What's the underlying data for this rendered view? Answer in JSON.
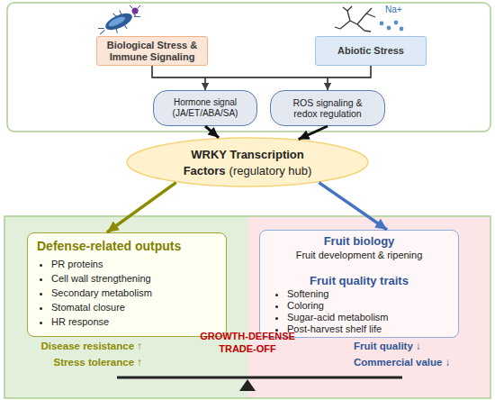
{
  "diagram": {
    "nodes": [
      {
        "text": [
          "Biological Stress & Immune Signaling"
        ]
      },
      {
        "text": [
          "Abiotic Stress"
        ]
      },
      {
        "text": [
          "Hormone signal (JA/ET/ABA/SA)"
        ]
      },
      {
        "text": [
          "ROS signaling & redox regulation"
        ]
      },
      {
        "text": [
          "WRKY Transcription Factors",
          "(regulatory hub)"
        ]
      },
      {
        "text": [
          "Defense-related outputs",
          "PR proteins",
          "Cell wall strengthening",
          "Secondary metabolism",
          "Stomatal closure",
          "HR response"
        ]
      },
      {
        "text": [
          "Fruit biology",
          "Fruit development & ripening",
          "Fruit quality traits",
          "Softening",
          "Coloring",
          "Sugar-acid metabolism",
          "Post-harvest shelf life"
        ]
      }
    ],
    "edges": [
      {
        "from": 0,
        "to": 2,
        "arrow": "to"
      },
      {
        "from": 0,
        "to": 3,
        "arrow": "to"
      },
      {
        "from": 1,
        "to": 2,
        "arrow": "to"
      },
      {
        "from": 1,
        "to": 3,
        "arrow": "to"
      },
      {
        "from": 2,
        "to": 4,
        "arrow": "to"
      },
      {
        "from": 3,
        "to": 4,
        "arrow": "to"
      },
      {
        "from": 4,
        "to": 5,
        "arrow": "to"
      },
      {
        "from": 4,
        "to": 6,
        "arrow": "to"
      }
    ],
    "labels": [
      "Na+",
      "Disease resistance ↑",
      "Stress tolerance ↑",
      "GROWTH-DEFENSE TRADE-OFF",
      "Fruit quality ↓",
      "Commercial value ↓"
    ]
  }
}
